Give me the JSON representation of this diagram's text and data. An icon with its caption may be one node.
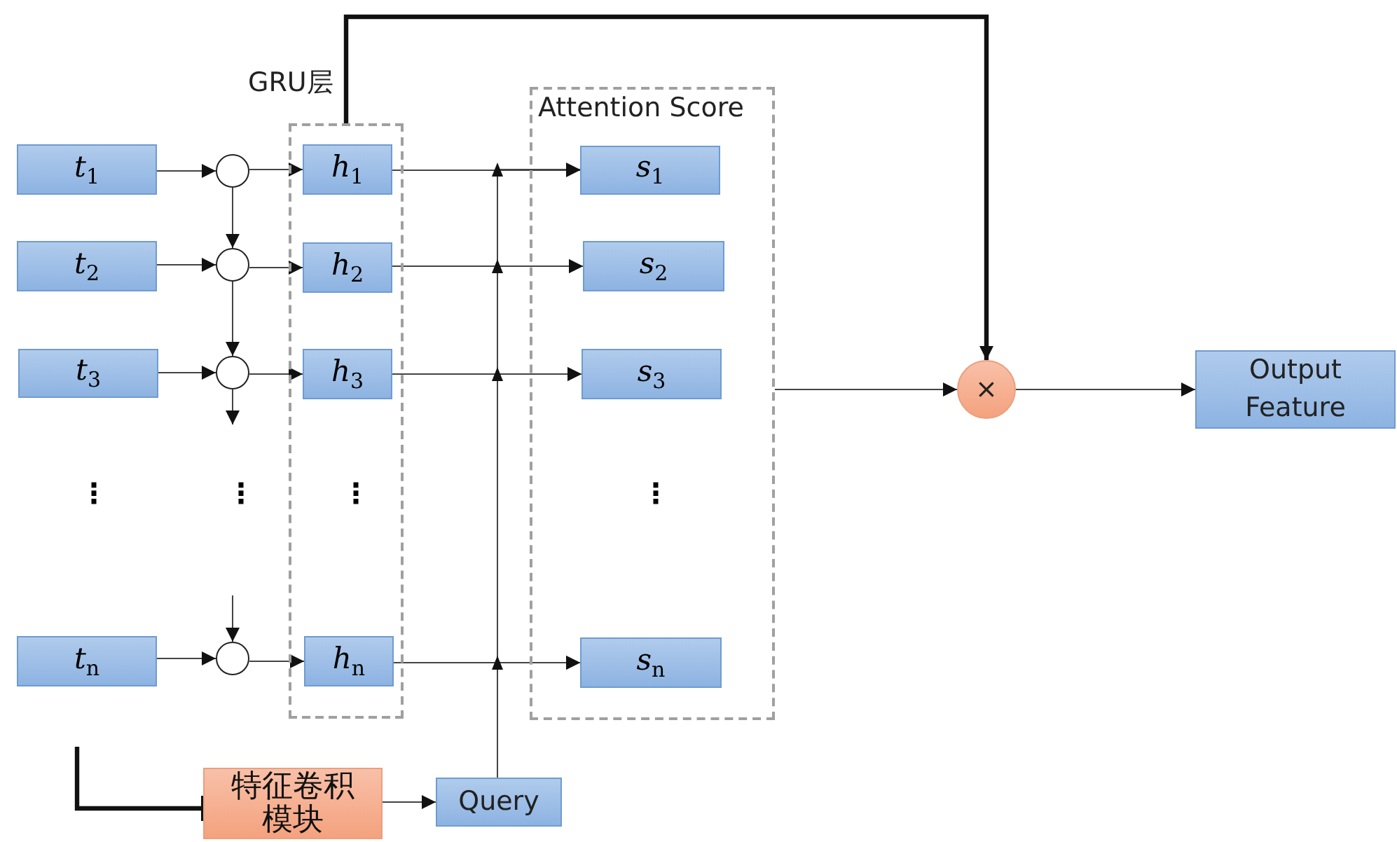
{
  "diagram": {
    "nodes": [
      {
        "text": [
          "GRU层"
        ]
      },
      {
        "text": [
          "Attention Score"
        ]
      },
      {
        "text": [
          "*t*$_{1}$"
        ]
      },
      {
        "text": [
          "*t*$_{2}$"
        ]
      },
      {
        "text": [
          "*t*$_{3}$"
        ]
      },
      {
        "text": [
          "*t*$_{n}$"
        ]
      },
      {
        "text": [],
        "shape": "circle"
      },
      {
        "text": [],
        "shape": "circle"
      },
      {
        "text": [],
        "shape": "circle"
      },
      {
        "text": [],
        "shape": "circle"
      },
      {
        "text": [
          "*h*$_{1}$"
        ],
        "in": 0
      },
      {
        "text": [
          "*h*$_{2}$"
        ],
        "in": 0
      },
      {
        "text": [
          "*h*$_{3}$"
        ],
        "in": 0
      },
      {
        "text": [
          "*h*$_{n}$"
        ],
        "in": 0
      },
      {
        "text": [
          "*s*$_{1}$"
        ],
        "in": 1
      },
      {
        "text": [
          "*s*$_{2}$"
        ],
        "in": 1
      },
      {
        "text": [
          "*s*$_{3}$"
        ],
        "in": 1
      },
      {
        "text": [
          "*s*$_{n}$"
        ],
        "in": 1
      },
      {
        "text": [
          "×"
        ]
      },
      {
        "text": [
          "Output Feature"
        ]
      },
      {
        "text": [
          "特征卷积模块"
        ]
      },
      {
        "text": [
          "Query"
        ]
      }
    ],
    "edges": [
      {
        "from": 2,
        "to": 6,
        "arrow": "to"
      },
      {
        "from": 3,
        "to": 7,
        "arrow": "to"
      },
      {
        "from": 4,
        "to": 8,
        "arrow": "to"
      },
      {
        "from": 5,
        "to": 9,
        "arrow": "to"
      },
      {
        "from": 6,
        "to": 10,
        "arrow": "to"
      },
      {
        "from": 7,
        "to": 11,
        "arrow": "to"
      },
      {
        "from": 8,
        "to": 12,
        "arrow": "to"
      },
      {
        "from": 9,
        "to": 13,
        "arrow": "to"
      },
      {
        "from": 6,
        "to": 7,
        "arrow": "to"
      },
      {
        "from": 7,
        "to": 8,
        "arrow": "to"
      },
      {
        "from": 8,
        "to": null,
        "arrow": "to"
      },
      {
        "from": null,
        "to": 9,
        "arrow": "to"
      },
      {
        "from": 10,
        "to": 14,
        "arrow": "to"
      },
      {
        "from": 11,
        "to": 15,
        "arrow": "to"
      },
      {
        "from": 12,
        "to": 16,
        "arrow": "to"
      },
      {
        "from": 13,
        "to": 17,
        "arrow": "to"
      },
      {
        "from": 21,
        "to": 14,
        "arrow": "to"
      },
      {
        "from": 21,
        "to": 15,
        "arrow": "to"
      },
      {
        "from": 21,
        "to": 16,
        "arrow": "to"
      },
      {
        "from": 21,
        "to": 17,
        "arrow": "to"
      },
      {
        "from": 1,
        "to": 18,
        "arrow": "to"
      },
      {
        "from": 0,
        "to": 18,
        "arrow": "to",
        "style": "thick"
      },
      {
        "from": 18,
        "to": 19,
        "arrow": "to"
      },
      {
        "from": 20,
        "to": 21,
        "arrow": "to"
      },
      {
        "from": null,
        "to": 20,
        "arrow": "other",
        "style": "thick"
      }
    ],
    "labels": [
      "⋮",
      "⋮",
      "⋮",
      "⋮"
    ]
  }
}
